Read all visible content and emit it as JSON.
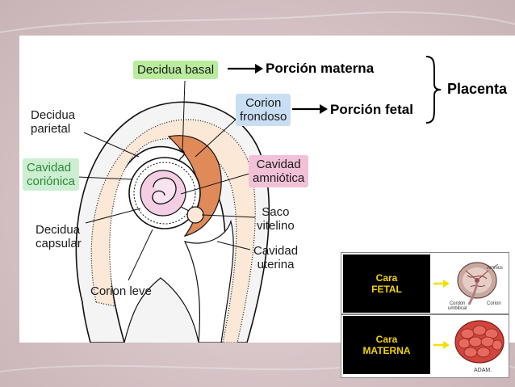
{
  "diagram": {
    "labels": {
      "decidua_basal": "Decidua basal",
      "porcion_materna": "Porción materna",
      "corion_frondoso_1": "Corion",
      "corion_frondoso_2": "frondoso",
      "porcion_fetal": "Porción fetal",
      "placenta": "Placenta",
      "decidua_parietal_1": "Decidua",
      "decidua_parietal_2": "parietal",
      "cavidad_corionica_1": "Cavidad",
      "cavidad_corionica_2": "coriónica",
      "cavidad_amniotica_1": "Cavidad",
      "cavidad_amniotica_2": "amniótica",
      "decidua_capsular_1": "Decidua",
      "decidua_capsular_2": "capsular",
      "saco_vitelino_1": "Saco",
      "saco_vitelino_2": "vitelino",
      "cavidad_uterina_1": "Cavidad",
      "cavidad_uterina_2": "uterina",
      "corion_leve": "Corion leve"
    },
    "colors": {
      "green_highlight": "#b9ec9d",
      "blue_highlight": "#c9def3",
      "pink_highlight": "#f2c1d8",
      "placenta_orange": "#e08a5a",
      "amnion_pink": "#f4cfe3"
    }
  },
  "inset": {
    "cara_fetal_1": "Cara",
    "cara_fetal_2": "FETAL",
    "cara_materna_1": "Cara",
    "cara_materna_2": "MATERNA",
    "amnios": "Amnios",
    "cordon_1": "Cordón",
    "cordon_2": "umbilical",
    "corion": "Corion",
    "brand": "ADAM.",
    "colors": {
      "label_bg": "#000000",
      "label_text": "#f2d400",
      "arrow": "#f2e000"
    }
  }
}
